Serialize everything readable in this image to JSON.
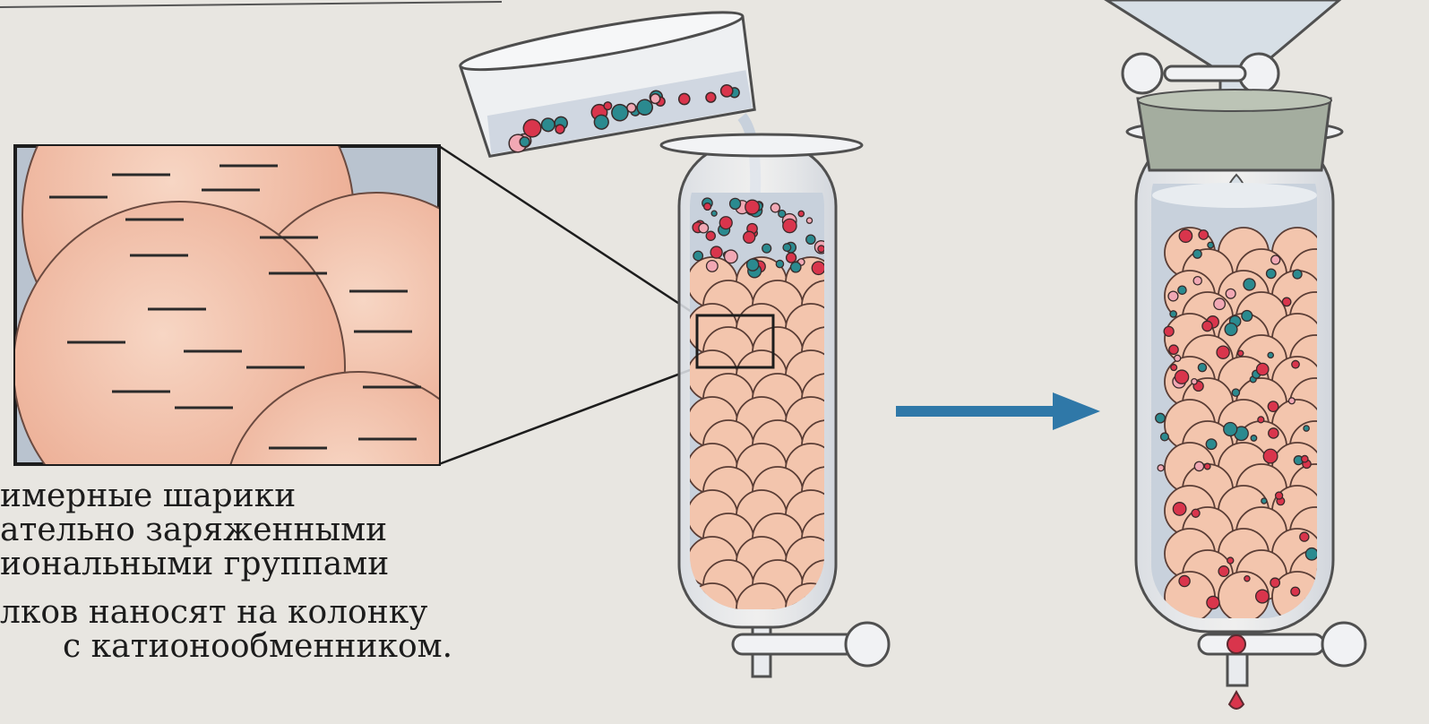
{
  "caption": {
    "lines": [
      "имерные шарики",
      "ательно заряженными",
      "иональными группами",
      "лков наносят на колонку",
      "с катионообменником."
    ]
  },
  "colors": {
    "background": "#e8e6e1",
    "bead_fill": "#f3c5ad",
    "bead_stroke": "#5a3d35",
    "ion_red": "#d9354c",
    "ion_teal": "#2b8a8f",
    "ion_pink": "#f1a8b4",
    "arrow": "#2f78a8",
    "liquid": "#c8d1dc",
    "stopper": "#a4ad9f"
  },
  "icons": {
    "arrow": "right-arrow-icon",
    "beaker": "beaker-icon",
    "column": "chromatography-column-icon",
    "funnel": "funnel-icon"
  }
}
